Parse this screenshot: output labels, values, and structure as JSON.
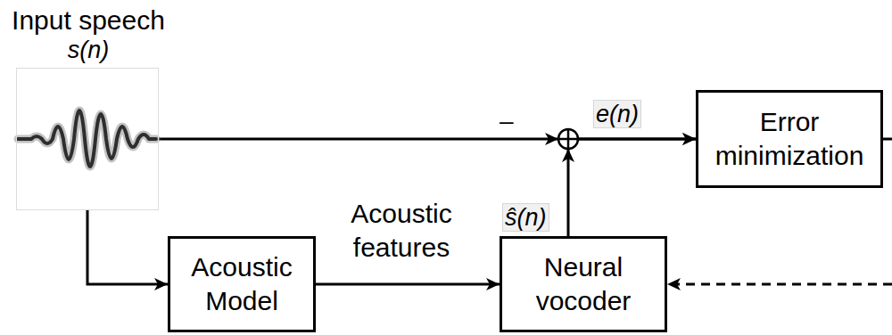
{
  "diagram": {
    "nodes": [
      {
        "text": [
          "Input speech",
          "s(n)"
        ]
      },
      {
        "text": [
          "Error minimization"
        ]
      },
      {
        "text": [
          "Acoustic Model"
        ]
      },
      {
        "text": [
          "Neural vocoder"
        ]
      }
    ],
    "edges": [
      {
        "from": 0,
        "to": 1,
        "arrow": "to",
        "label": "–"
      },
      {
        "from": 3,
        "to": 1,
        "arrow": "to",
        "label": "ŝ(n)"
      },
      {
        "from": 0,
        "to": 2,
        "arrow": "to"
      },
      {
        "from": 2,
        "to": 3,
        "arrow": "to",
        "label": "Acoustic features"
      },
      {
        "from": 1,
        "to": 3,
        "arrow": "to"
      }
    ],
    "labels": [
      "e(n)"
    ]
  }
}
